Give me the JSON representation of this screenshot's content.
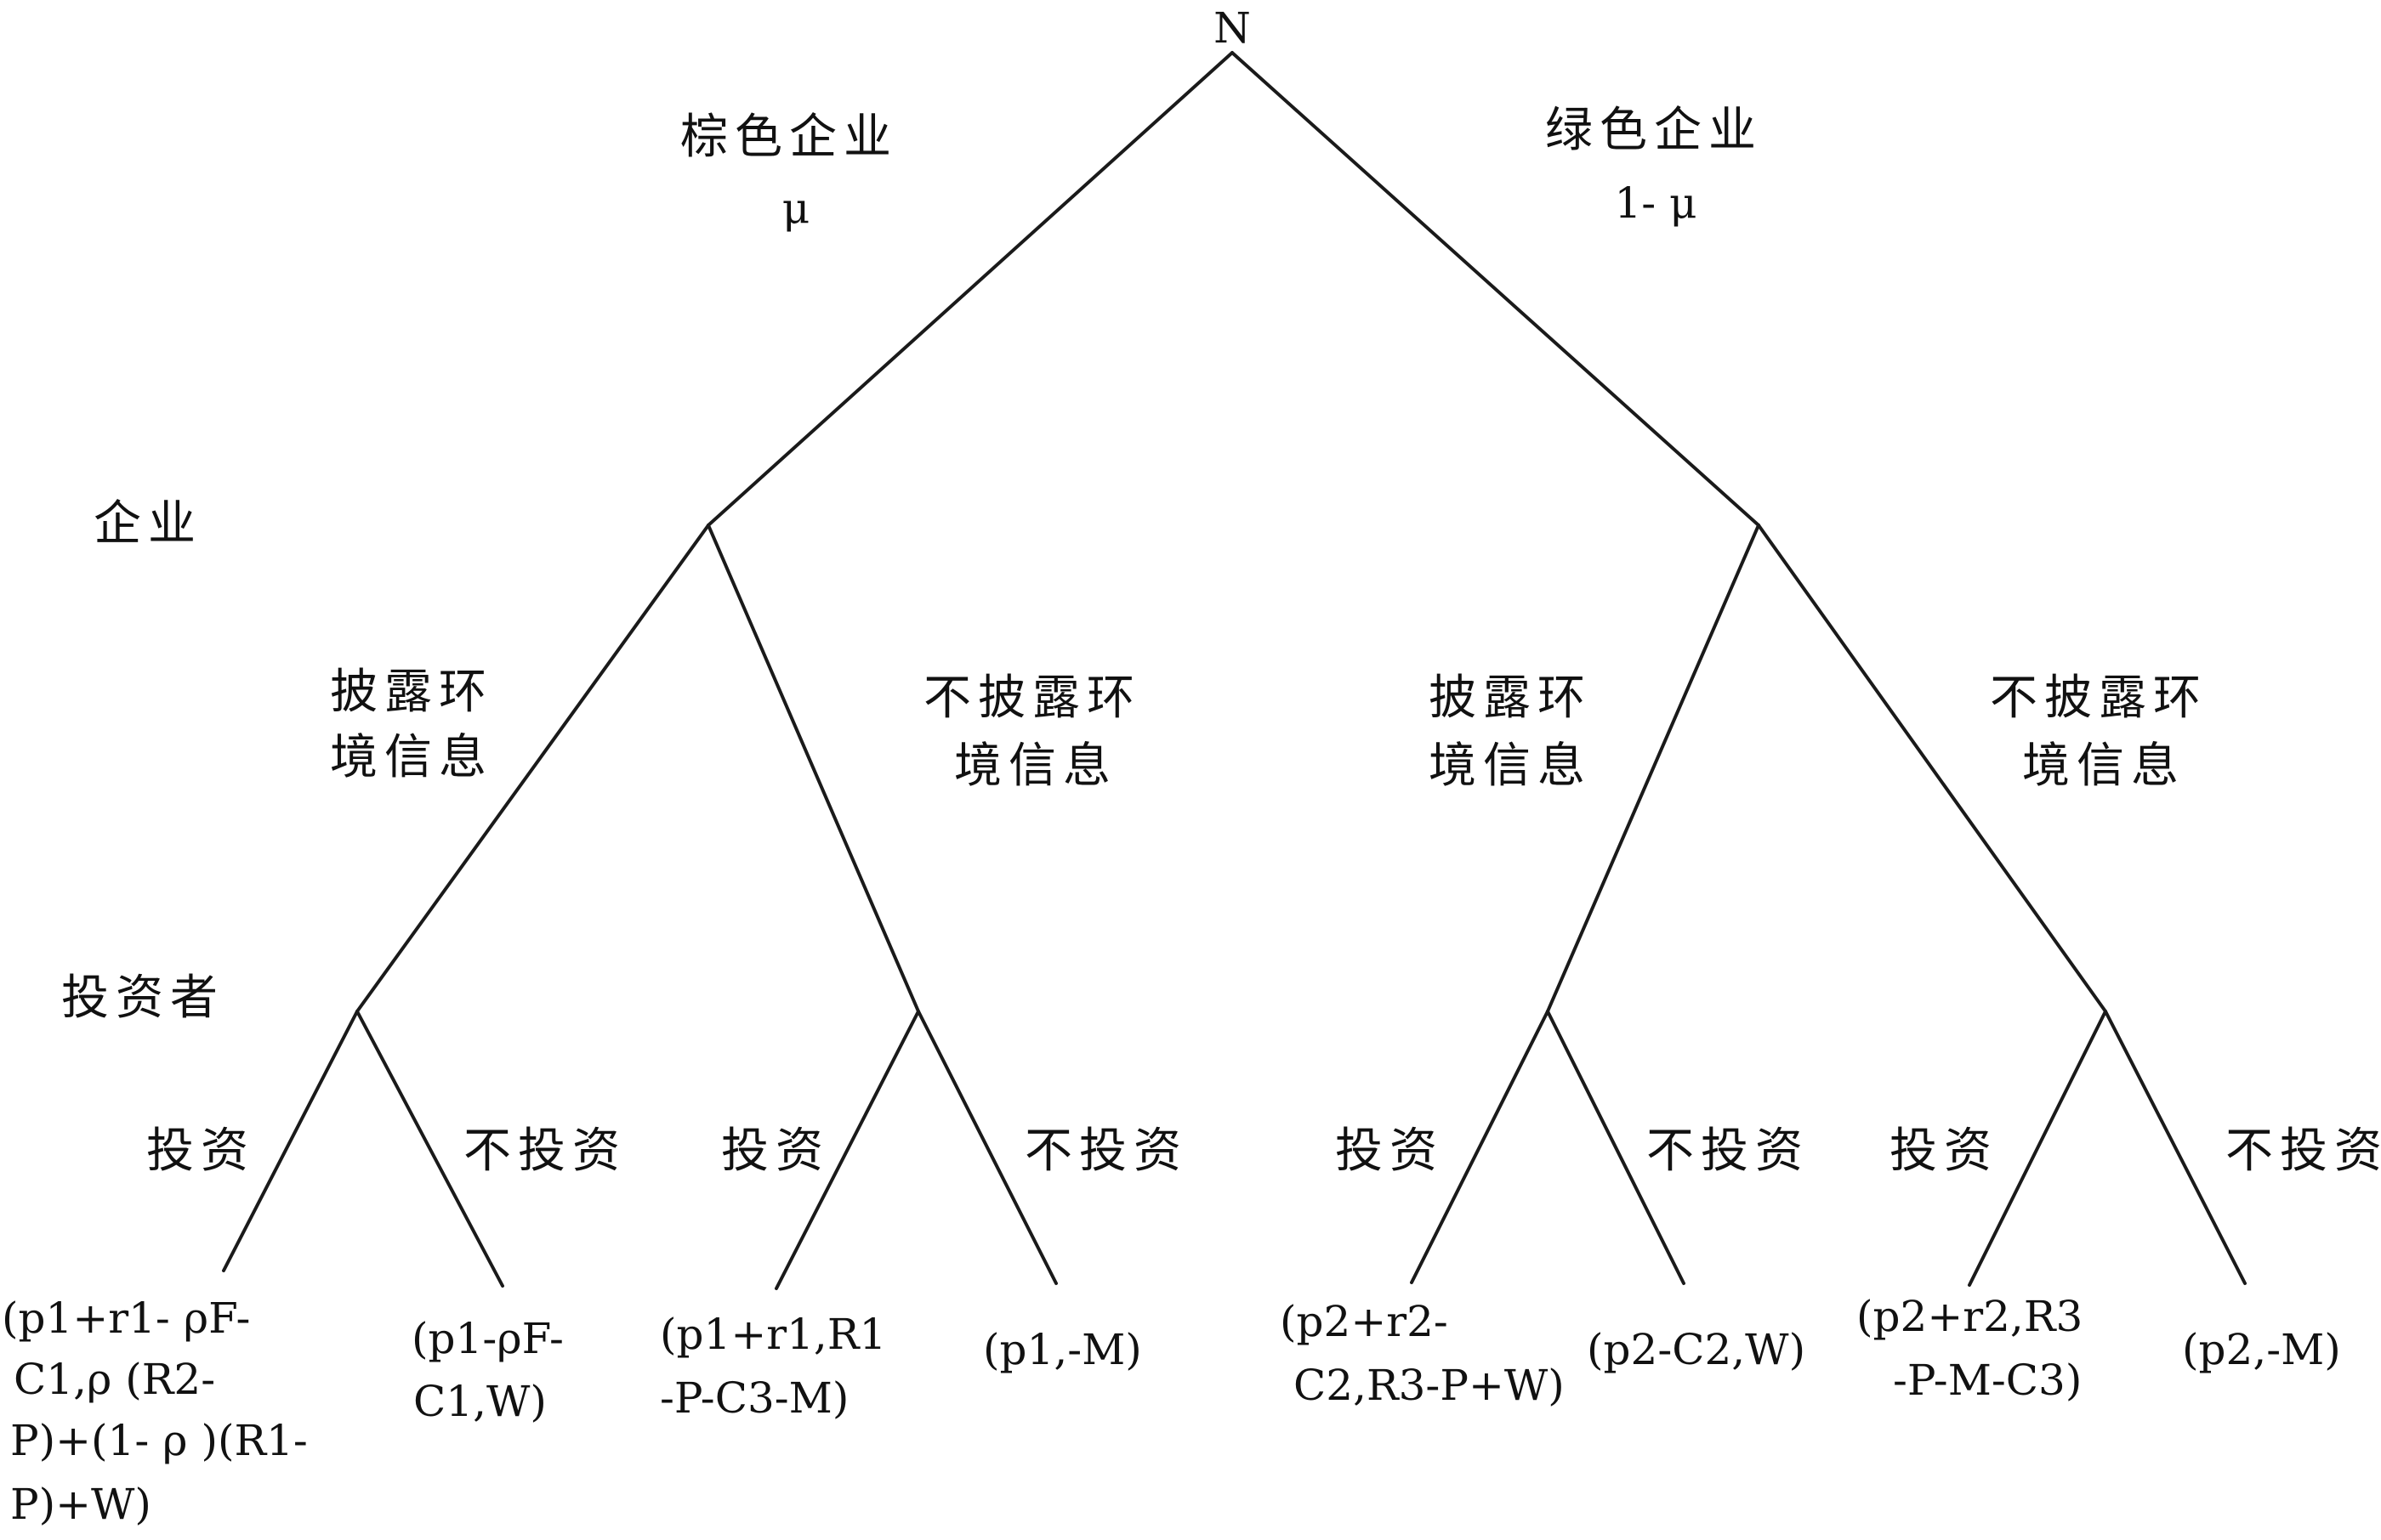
{
  "root": {
    "label": "N"
  },
  "nature_moves": {
    "brown": {
      "label": "棕色企业",
      "prob": "μ"
    },
    "green": {
      "label": "绿色企业",
      "prob": "1- μ"
    }
  },
  "player_labels": {
    "firm": "企业",
    "investor": "投资者"
  },
  "firm_actions": {
    "brown_disclose": [
      "披露环",
      "境信息"
    ],
    "brown_not_disclose": [
      "不披露环",
      "境信息"
    ],
    "green_disclose": [
      "披露环",
      "境信息"
    ],
    "green_not_disclose": [
      "不披露环",
      "境信息"
    ]
  },
  "investor_actions": {
    "b1_invest": "投资",
    "b1_not": "不投资",
    "b2_invest": "投资",
    "b2_not": "不投资",
    "g1_invest": "投资",
    "g1_not": "不投资",
    "g2_invest": "投资",
    "g2_not": "不投资"
  },
  "payoffs": {
    "p1": [
      "(p1+r1- ρF-",
      "C1,ρ (R2-",
      "P)+(1- ρ )(R1-",
      "P)+W)"
    ],
    "p2": [
      "(p1-ρF-",
      "C1,W)"
    ],
    "p3": [
      "(p1+r1,R1",
      "-P-C3-M)"
    ],
    "p4": [
      "(p1,-M)"
    ],
    "p5": [
      "(p2+r2-",
      "C2,R3-P+W)"
    ],
    "p6": [
      "(p2-C2,W)"
    ],
    "p7": [
      "(p2+r2,R3",
      "-P-M-C3)"
    ],
    "p8": [
      "(p2,-M)"
    ]
  }
}
